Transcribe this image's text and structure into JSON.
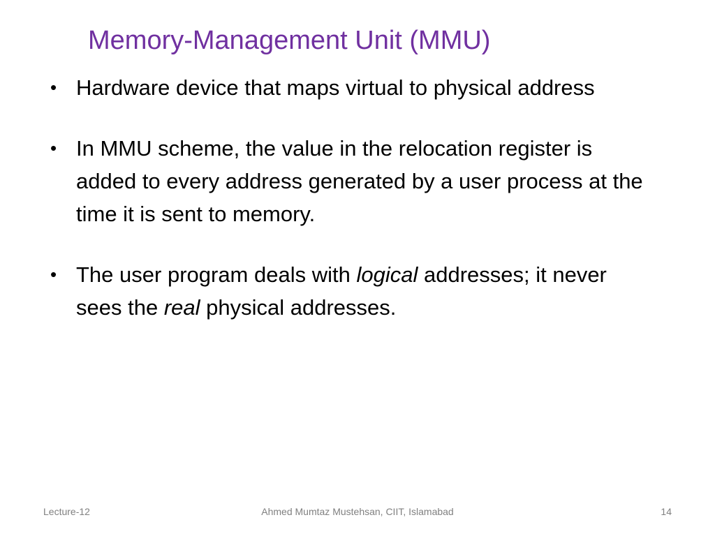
{
  "slide": {
    "title": "Memory-Management Unit (MMU)",
    "title_color": "#7030a0",
    "bullet_glyph": "•",
    "bullets": [
      {
        "text": "Hardware device that maps virtual to physical address"
      },
      {
        "text": "In MMU scheme, the value in the relocation register is added to every address generated by a user process at the time it is sent to memory."
      },
      {
        "part1": "The user program deals with ",
        "italic1": "logical",
        "part2": " addresses; it never sees the ",
        "italic2": "real",
        "part3": " physical addresses."
      }
    ]
  },
  "footer": {
    "left": "Lecture-12",
    "center": "Ahmed Mumtaz Mustehsan, CIIT, Islamabad",
    "right": "14",
    "color": "#808080"
  }
}
